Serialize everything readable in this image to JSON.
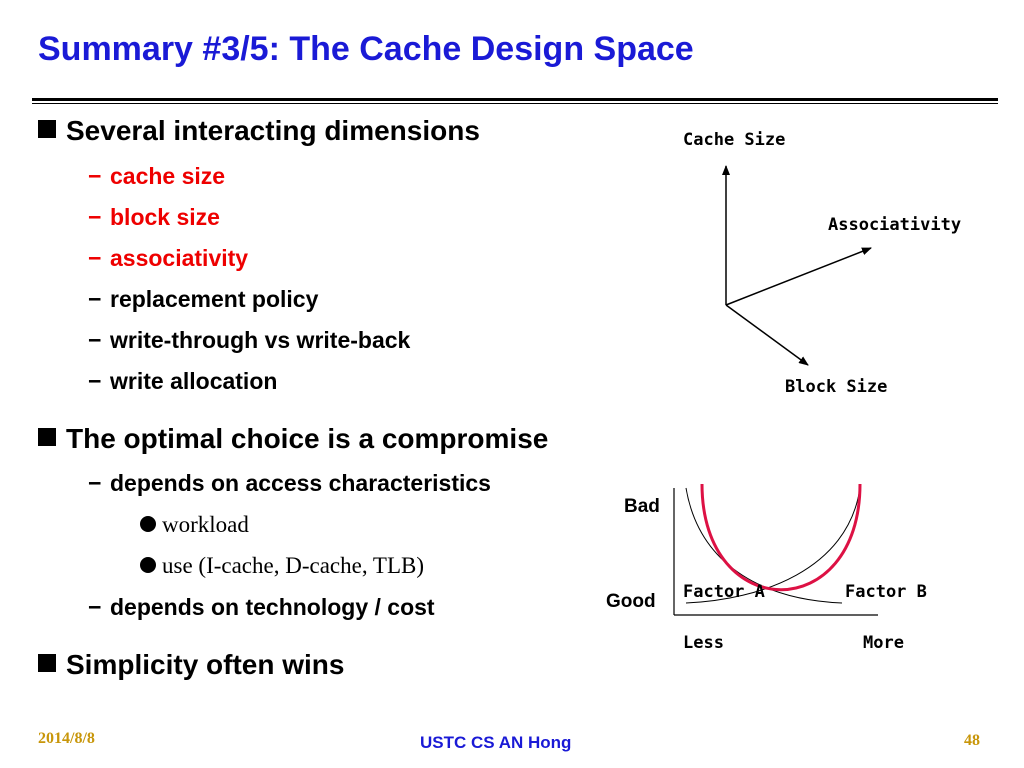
{
  "slide": {
    "title": "Summary #3/5: The Cache Design Space",
    "bullets": [
      {
        "text": "Several interacting dimensions",
        "subs": [
          "cache size",
          "block size",
          "associativity",
          "replacement policy",
          "write-through vs write-back",
          "write allocation"
        ]
      },
      {
        "text": "The optimal choice is a compromise",
        "subs": [
          "depends on access characteristics",
          "depends on technology / cost"
        ],
        "subsubs": [
          "workload",
          "use (I-cache, D-cache, TLB)"
        ]
      },
      {
        "text": "Simplicity often wins"
      }
    ],
    "dash": "−",
    "highlight_color": "#ee0000"
  },
  "axes_diagram": {
    "labels": {
      "vertical": "Cache Size",
      "diagonal_up": "Associativity",
      "diagonal_down": "Block Size"
    }
  },
  "tradeoff_graph": {
    "y_labels": {
      "top": "Bad",
      "bottom": "Good"
    },
    "x_labels": {
      "left": "Less",
      "right": "More"
    },
    "curve_labels": {
      "a": "Factor A",
      "b": "Factor B"
    },
    "combined_curve_color": "#dd1144"
  },
  "footer": {
    "date": "2014/8/8",
    "center": "USTC CS AN Hong",
    "page": "48"
  }
}
